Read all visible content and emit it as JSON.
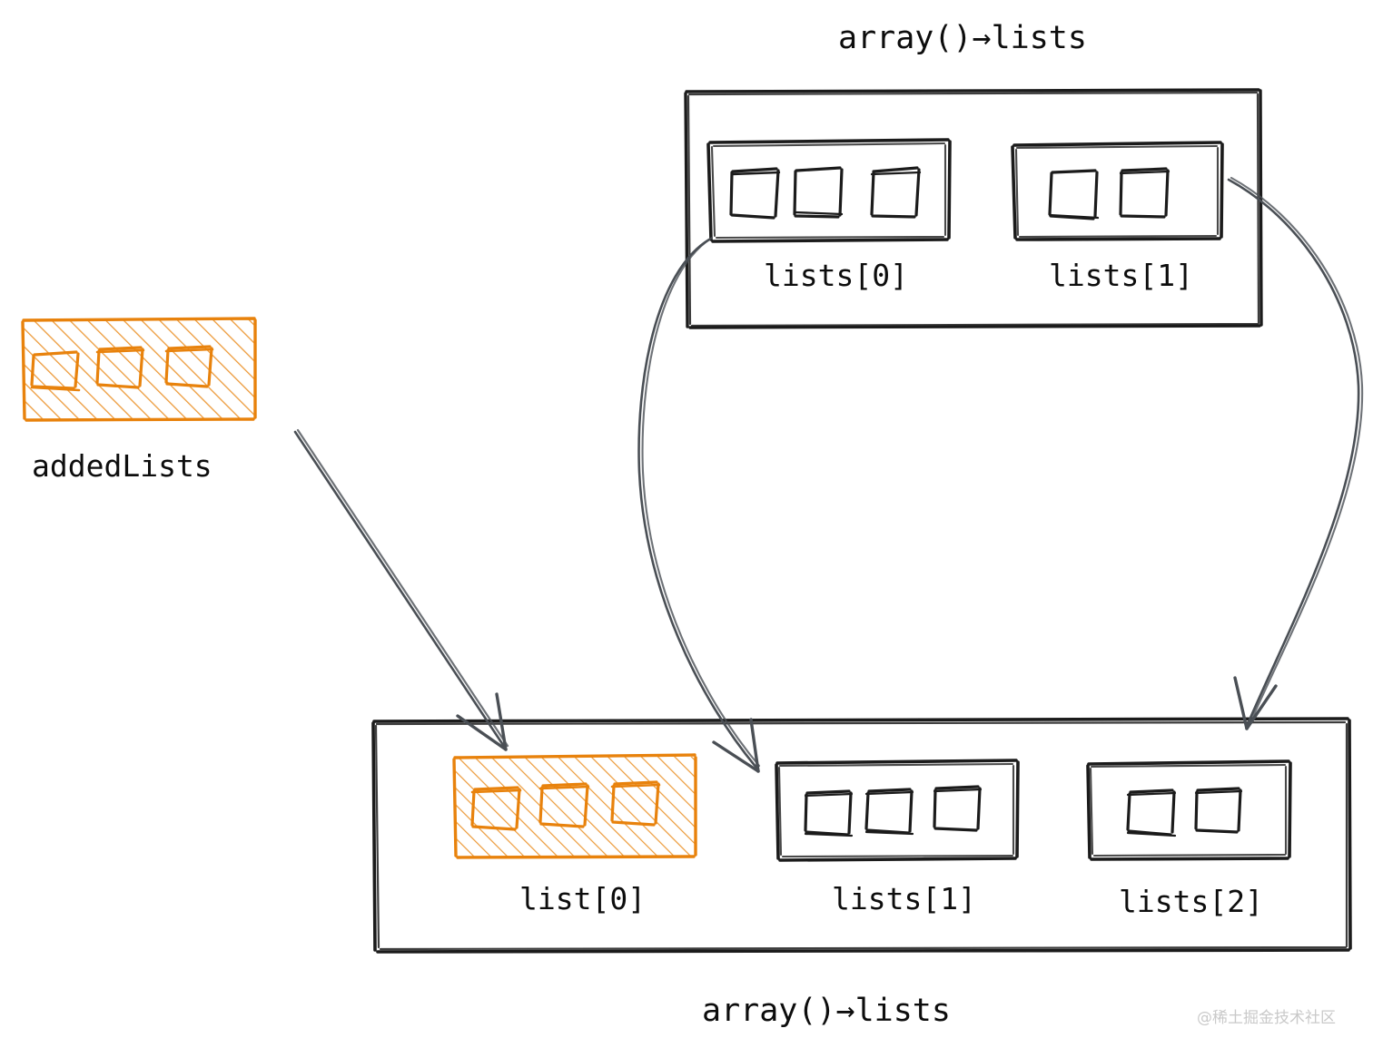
{
  "diagram": {
    "title_top": "array()→lists",
    "title_bottom": "array()→lists",
    "watermark": "@稀土掘金技术社区",
    "colors": {
      "ink": "#1b1b1b",
      "arrow": "#4a4f55",
      "highlight": "#e8820c",
      "highlight_fill": "#fdf3e7",
      "background": "#ffffff",
      "watermark": "#c9c9c9"
    },
    "added": {
      "label": "addedLists",
      "cells": 3,
      "highlighted": true
    },
    "top_container": {
      "caption": "array()→lists",
      "items": [
        {
          "label": "lists[0]",
          "cells": 3,
          "highlighted": false
        },
        {
          "label": "lists[1]",
          "cells": 2,
          "highlighted": false
        }
      ]
    },
    "bottom_container": {
      "caption": "array()→lists",
      "items": [
        {
          "label": "list[0]",
          "cells": 3,
          "highlighted": true
        },
        {
          "label": "lists[1]",
          "cells": 3,
          "highlighted": false
        },
        {
          "label": "lists[2]",
          "cells": 2,
          "highlighted": false
        }
      ]
    },
    "arrows": [
      {
        "name": "added-to-list0",
        "from": "addedLists",
        "to": "list[0]",
        "style": "straight"
      },
      {
        "name": "top-lists0-to-bottom-lists1",
        "from": "lists[0]",
        "to": "lists[1]",
        "style": "curved"
      },
      {
        "name": "top-lists1-to-bottom-lists2",
        "from": "lists[1]",
        "to": "lists[2]",
        "style": "curved"
      }
    ]
  }
}
